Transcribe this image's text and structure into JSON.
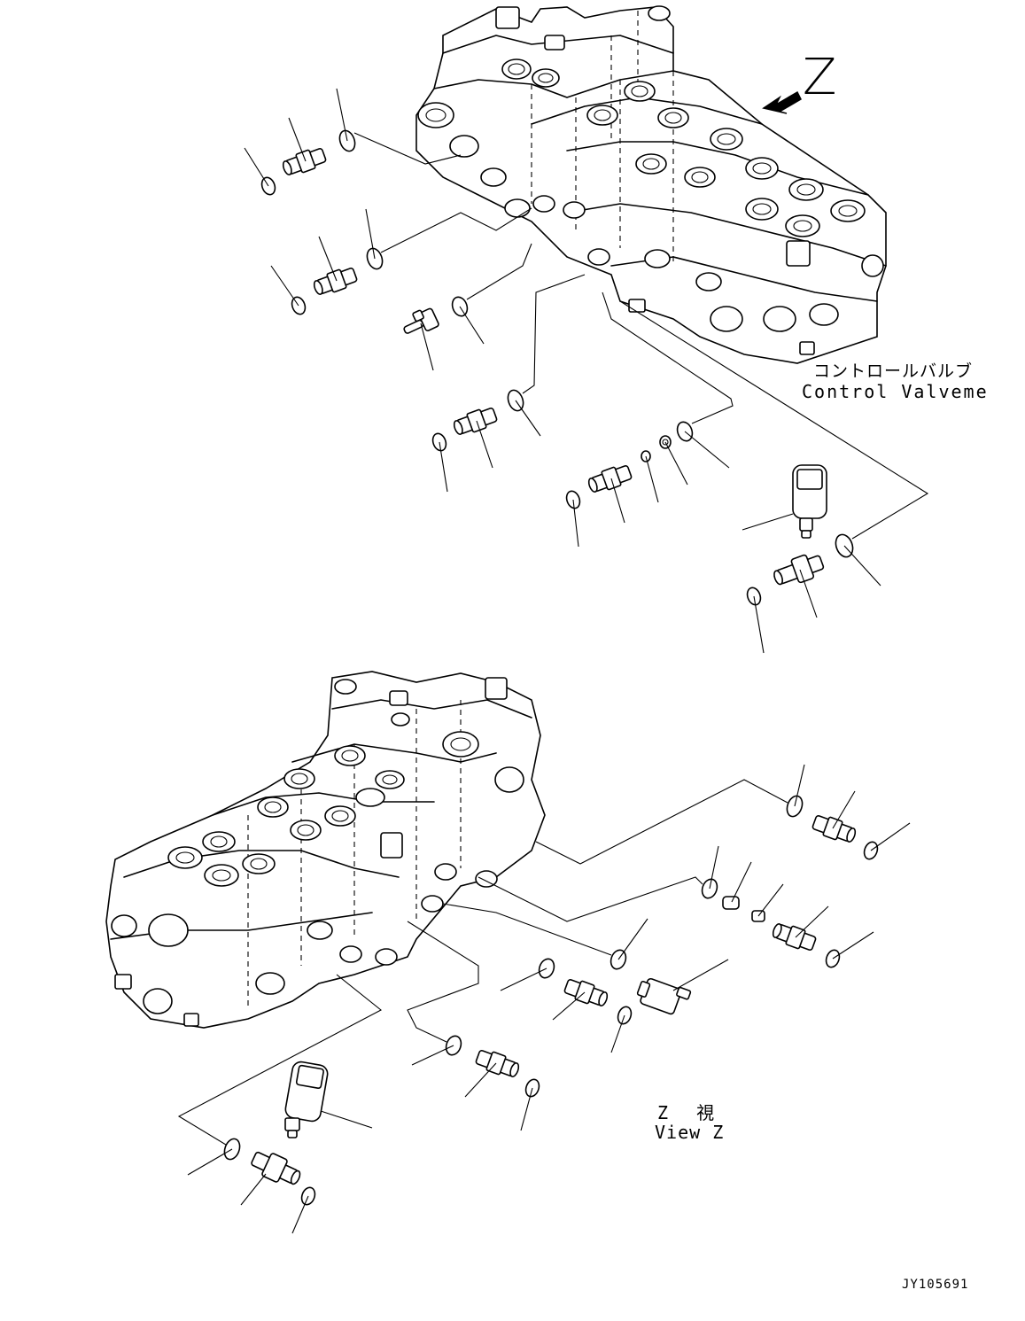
{
  "view_marker": "Z",
  "upper_caption": {
    "jp": "コントロールバルブ",
    "en": "Control Valveme"
  },
  "lower_caption": {
    "jp": "Z 視",
    "en": "View Z"
  },
  "drawing_code": "JY105691"
}
